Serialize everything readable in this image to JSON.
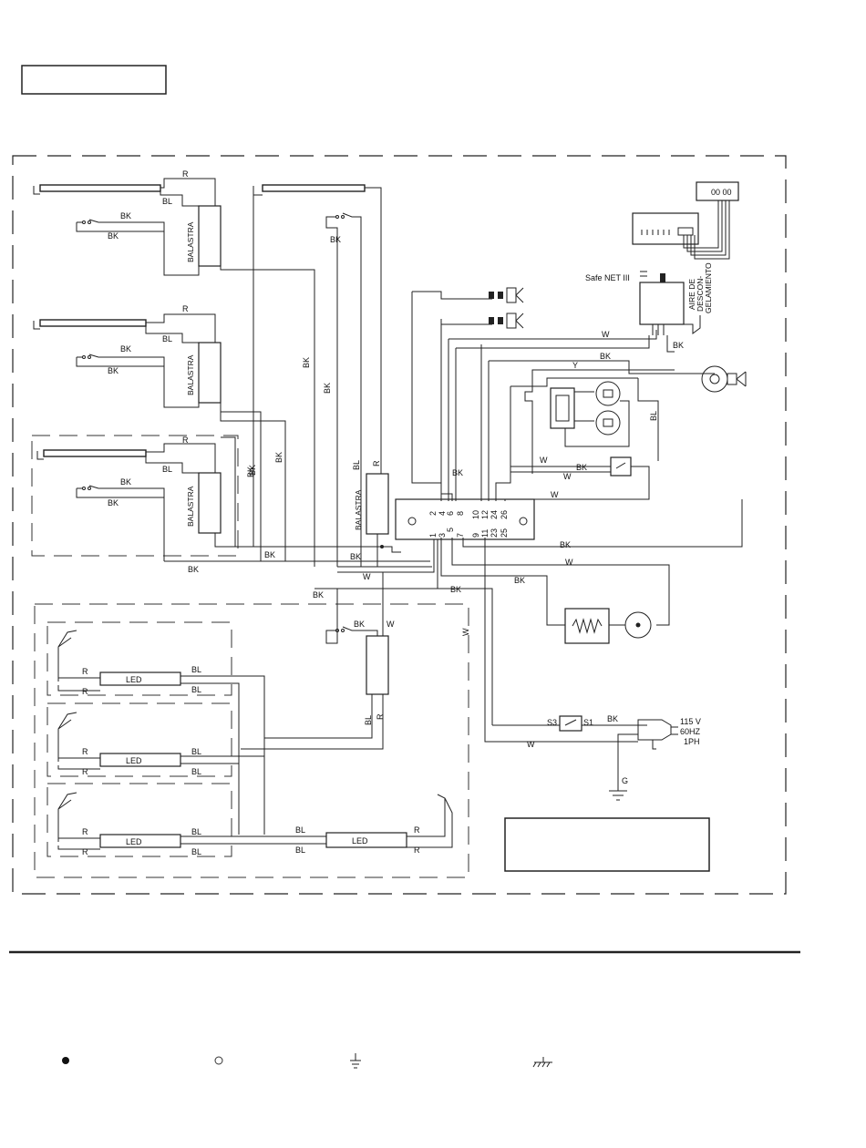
{
  "wires": {
    "r": "R",
    "bl": "BL",
    "bk": "BK",
    "w": "W",
    "y": "Y",
    "g": "G"
  },
  "components": {
    "ballast": "BALASTRA",
    "led": "LED",
    "safenet": "Safe NET III",
    "defrost_1": "AIRE DE",
    "defrost_2": "DESCON-",
    "defrost_3": "GELAMIENTO",
    "display": "00 00"
  },
  "terminal_block": {
    "top": [
      "2",
      "4",
      "6",
      "8",
      "10",
      "12",
      "24",
      "26"
    ],
    "bottom": [
      "1",
      "3",
      "5",
      "7",
      "9",
      "11",
      "23",
      "25"
    ]
  },
  "switch": {
    "s3": "S3",
    "s1": "S1"
  },
  "power": {
    "line1": "115 V",
    "line2": "60HZ",
    "line3": "1PH"
  },
  "colors": {
    "line": "#222222",
    "background": "#ffffff"
  }
}
